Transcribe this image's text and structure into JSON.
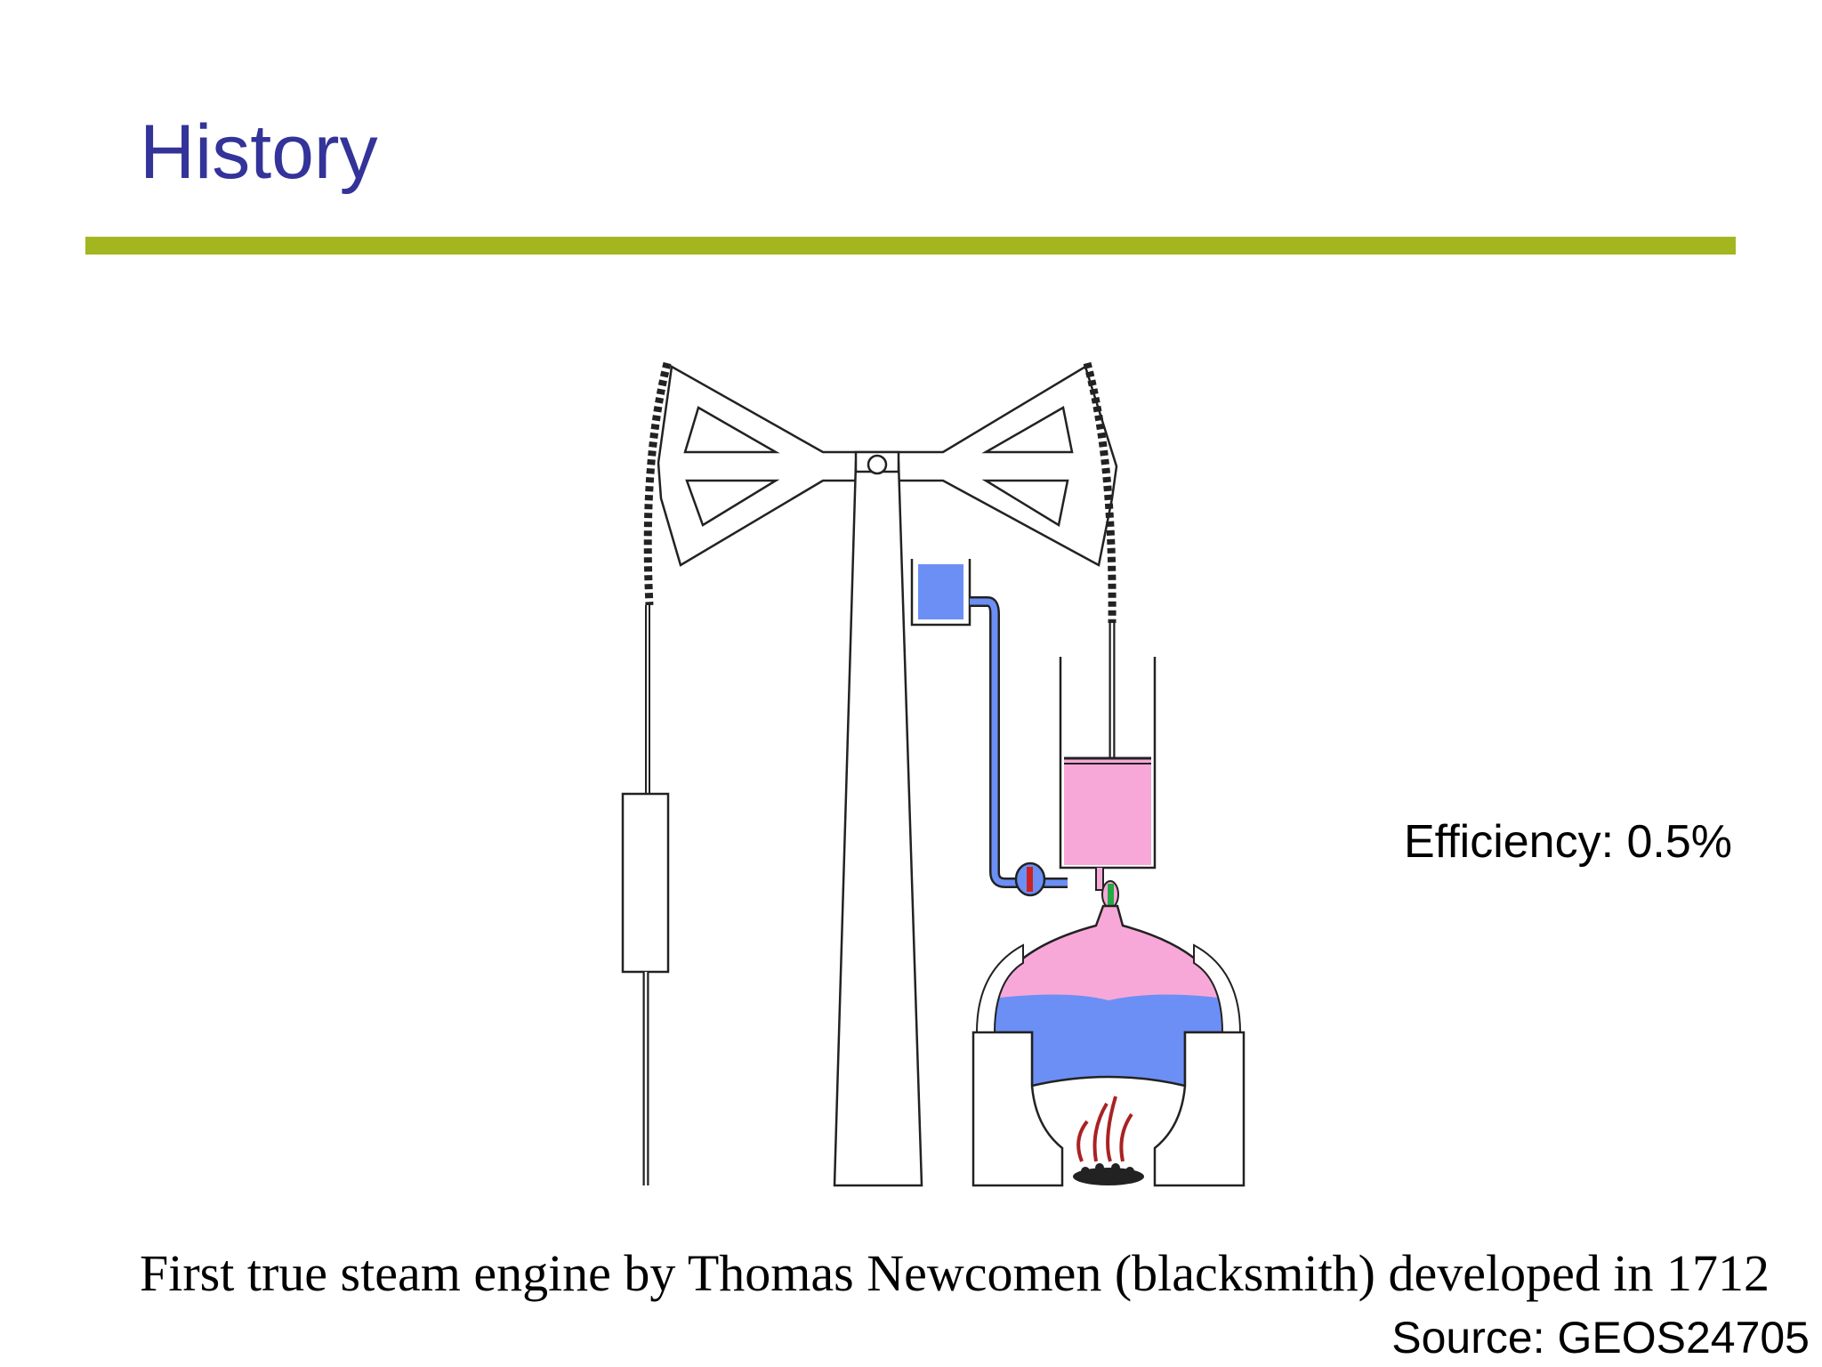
{
  "slide": {
    "title": "History",
    "efficiency_text": "Efficiency: 0.5%",
    "caption": "First true steam engine by Thomas Newcomen (blacksmith) developed in 1712",
    "source": "Source: GEOS24705"
  },
  "colors": {
    "title": "#333399",
    "rule": "#a3b61f",
    "water": "#6b8ff5",
    "steam": "#f8a8d8",
    "valve_red": "#cc2222",
    "valve_green": "#22aa44",
    "fire": "#aa2222"
  }
}
